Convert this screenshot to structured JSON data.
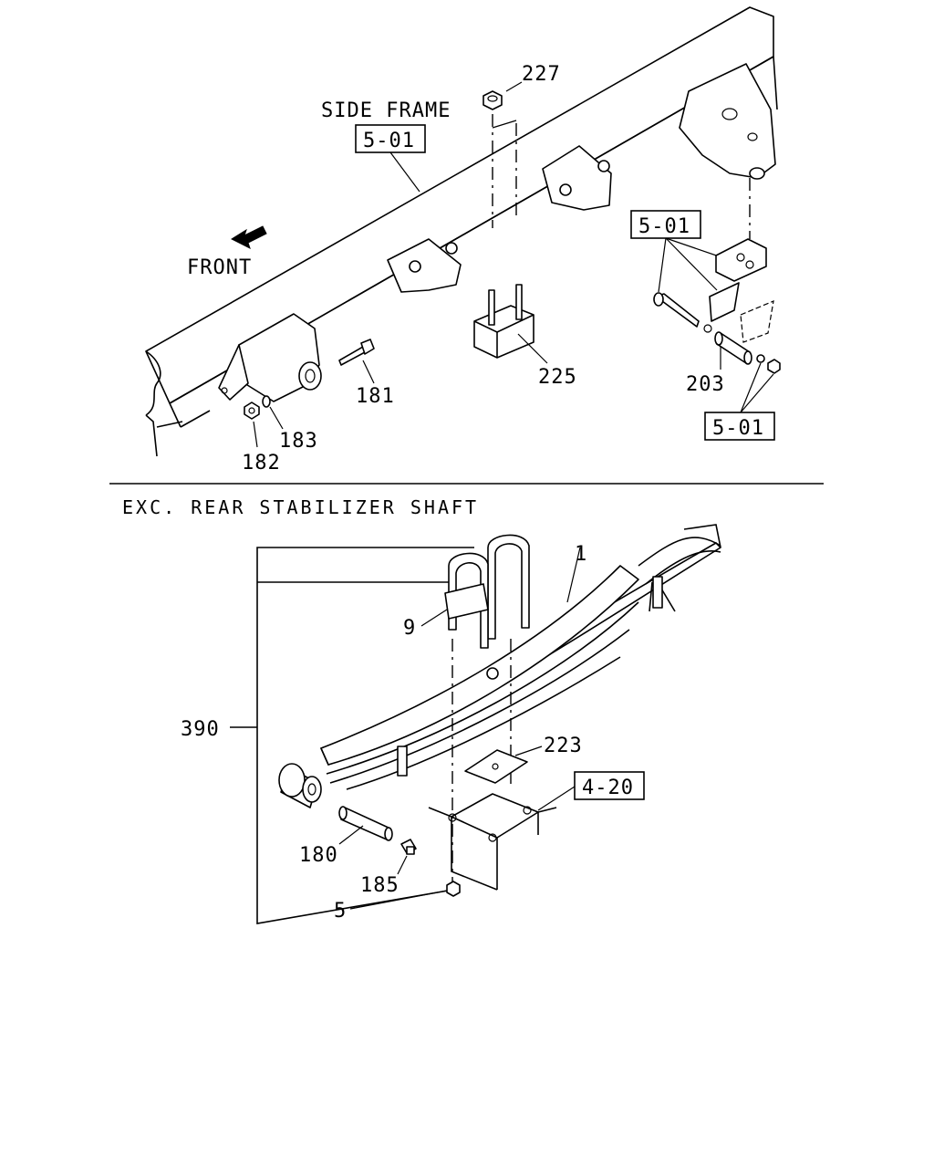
{
  "labels": {
    "side_frame": "SIDE FRAME",
    "front": "FRONT",
    "ref_501": "5-01",
    "ref_420": "4-20",
    "p227": "227",
    "p225": "225",
    "p181": "181",
    "p182": "182",
    "p183": "183",
    "p203": "203",
    "p1": "1",
    "p9": "9",
    "p390": "390",
    "p223": "223",
    "p180": "180",
    "p185": "185",
    "p5": "5"
  },
  "section_title": "EXC. REAR STABILIZER SHAFT"
}
